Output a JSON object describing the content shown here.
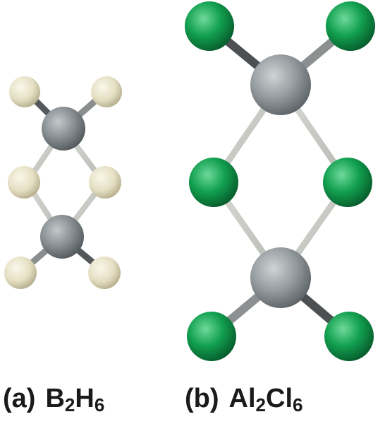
{
  "colors": {
    "boron": "#7f878b",
    "hydrogen": "#e6e0c4",
    "aluminum": "#8c9396",
    "chlorine": "#119447",
    "bond": "#c9cbc6",
    "terminal_bond": "#5a5e60"
  },
  "molecule_a": {
    "letter": "(a)",
    "formula_parts": [
      {
        "text": "B",
        "sub": false
      },
      {
        "text": "2",
        "sub": true
      },
      {
        "text": "H",
        "sub": false
      },
      {
        "text": "6",
        "sub": true
      }
    ]
  },
  "molecule_b": {
    "letter": "(b)",
    "formula_parts": [
      {
        "text": "Al",
        "sub": false
      },
      {
        "text": "2",
        "sub": true
      },
      {
        "text": "Cl",
        "sub": false
      },
      {
        "text": "6",
        "sub": true
      }
    ]
  }
}
